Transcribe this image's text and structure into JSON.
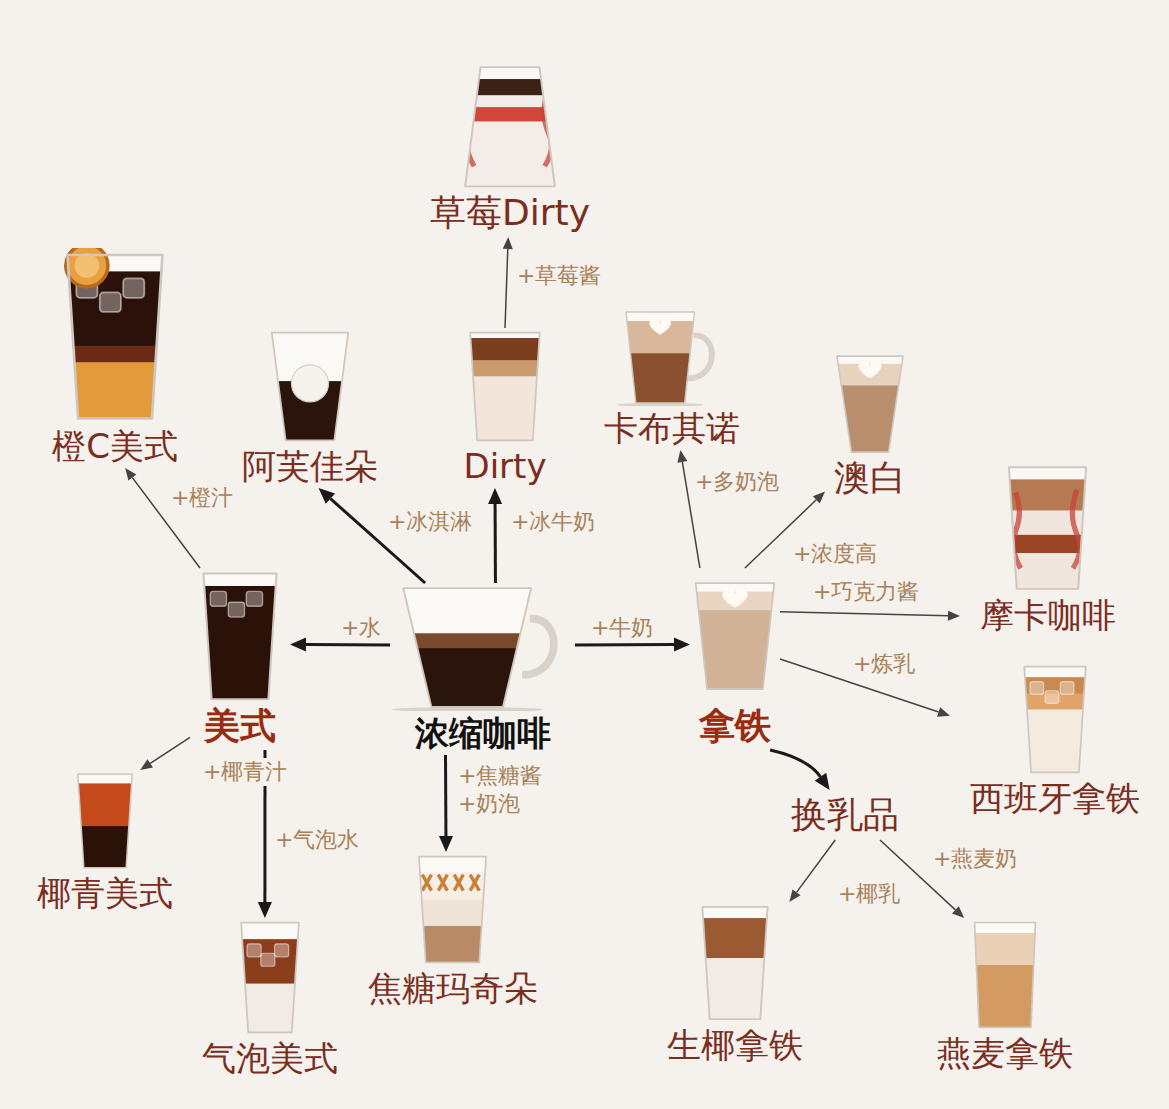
{
  "diagram": {
    "nodes": [
      {
        "text": [
          "草莓Dirty"
        ]
      },
      {
        "text": [
          "橙C美式"
        ]
      },
      {
        "text": [
          "阿芙佳朵"
        ]
      },
      {
        "text": [
          "Dirty"
        ]
      },
      {
        "text": [
          "卡布其诺"
        ]
      },
      {
        "text": [
          "澳白"
        ]
      },
      {
        "text": [
          "摩卡咖啡"
        ]
      },
      {
        "text": [
          "美式"
        ]
      },
      {
        "text": [
          "浓缩咖啡"
        ]
      },
      {
        "text": [
          "拿铁"
        ]
      },
      {
        "text": [
          "西班牙拿铁"
        ]
      },
      {
        "text": [
          "换乳品"
        ]
      },
      {
        "text": [
          "椰青美式"
        ]
      },
      {
        "text": [
          "焦糖玛奇朵"
        ]
      },
      {
        "text": [
          "气泡美式"
        ]
      },
      {
        "text": [
          "生椰拿铁"
        ]
      },
      {
        "text": [
          "燕麦拿铁"
        ]
      }
    ],
    "edges": [
      {
        "from": 8,
        "to": 7,
        "label": "+水",
        "arrow": "to"
      },
      {
        "from": 8,
        "to": 9,
        "label": "+牛奶",
        "arrow": "to"
      },
      {
        "from": 8,
        "to": 3,
        "label": "+冰牛奶",
        "arrow": "to"
      },
      {
        "from": 8,
        "to": 2,
        "label": "+冰淇淋",
        "arrow": "to"
      },
      {
        "from": 8,
        "to": 13,
        "label": "+焦糖酱 +奶泡",
        "arrow": "to"
      },
      {
        "from": 3,
        "to": 0,
        "label": "+草莓酱",
        "arrow": "to"
      },
      {
        "from": 7,
        "to": 1,
        "label": "+橙汁",
        "arrow": "to"
      },
      {
        "from": 7,
        "to": 12,
        "label": "+椰青汁",
        "arrow": "to"
      },
      {
        "from": 7,
        "to": 14,
        "label": "+气泡水",
        "arrow": "to"
      },
      {
        "from": 9,
        "to": 4,
        "label": "+多奶泡",
        "arrow": "to"
      },
      {
        "from": 9,
        "to": 5,
        "label": "+浓度高",
        "arrow": "to"
      },
      {
        "from": 9,
        "to": 6,
        "label": "+巧克力酱",
        "arrow": "to"
      },
      {
        "from": 9,
        "to": 10,
        "label": "+炼乳",
        "arrow": "to"
      },
      {
        "from": 9,
        "to": 11,
        "arrow": "to"
      },
      {
        "from": 11,
        "to": 15,
        "label": "+椰乳",
        "arrow": "to"
      },
      {
        "from": 11,
        "to": 16,
        "label": "+燕麦奶",
        "arrow": "to"
      }
    ]
  }
}
